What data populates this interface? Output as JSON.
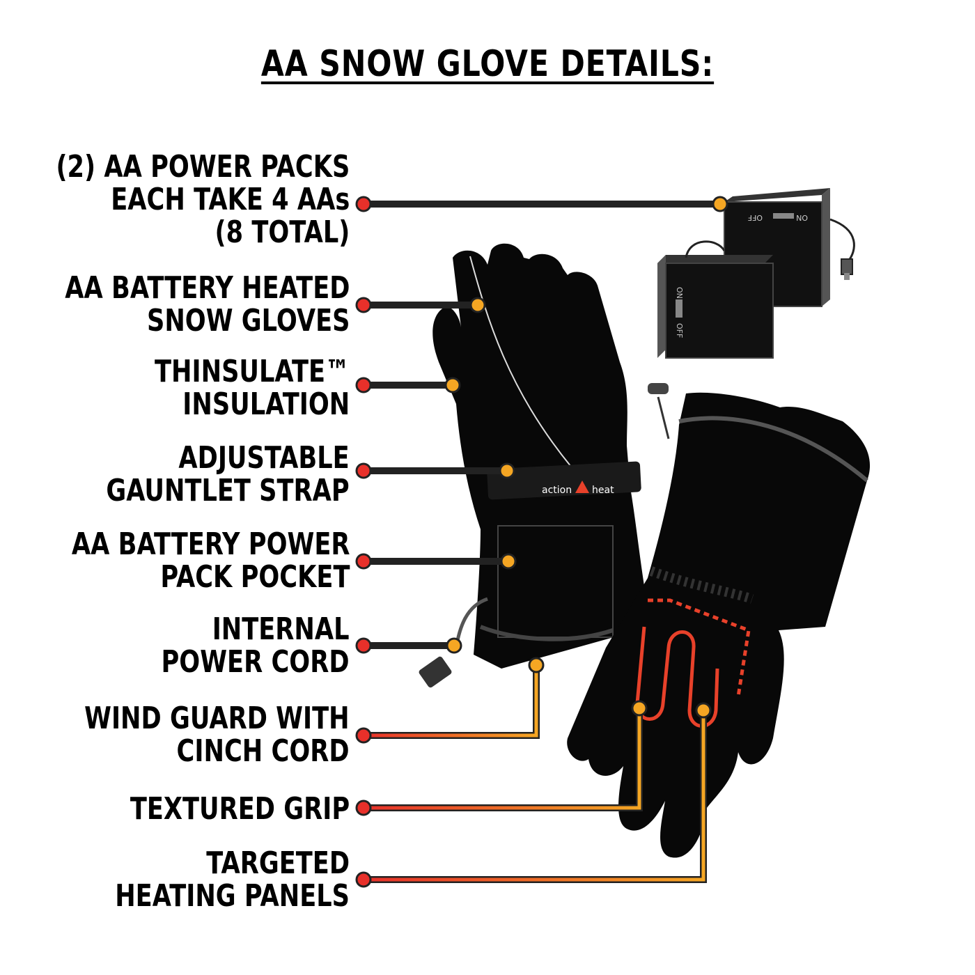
{
  "title": "AA SNOW GLOVE DETAILS:",
  "labels": [
    {
      "id": "power-packs",
      "lines": [
        "(2) AA POWER PACKS",
        "EACH TAKE 4 AAs",
        "(8 TOTAL)"
      ]
    },
    {
      "id": "gloves",
      "lines": [
        "AA BATTERY HEATED",
        "SNOW GLOVES"
      ]
    },
    {
      "id": "insulation",
      "lines": [
        "THINSULATE™",
        "INSULATION"
      ]
    },
    {
      "id": "strap",
      "lines": [
        "ADJUSTABLE",
        "GAUNTLET STRAP"
      ]
    },
    {
      "id": "pocket",
      "lines": [
        "AA BATTERY POWER",
        "PACK POCKET"
      ]
    },
    {
      "id": "cord",
      "lines": [
        "INTERNAL",
        "POWER CORD"
      ]
    },
    {
      "id": "wind-guard",
      "lines": [
        "WIND GUARD WITH",
        "CINCH CORD"
      ]
    },
    {
      "id": "grip",
      "lines": [
        "TEXTURED GRIP"
      ]
    },
    {
      "id": "heating",
      "lines": [
        "TARGETED",
        "HEATING PANELS"
      ]
    }
  ],
  "battery": {
    "off": "OFF",
    "on": "ON"
  },
  "strap_logo": {
    "left": "action",
    "right": "heat"
  },
  "colors": {
    "line_start": "#e8302a",
    "line_end": "#f5a623",
    "glove": "#080808",
    "heating": "#e8412a"
  }
}
